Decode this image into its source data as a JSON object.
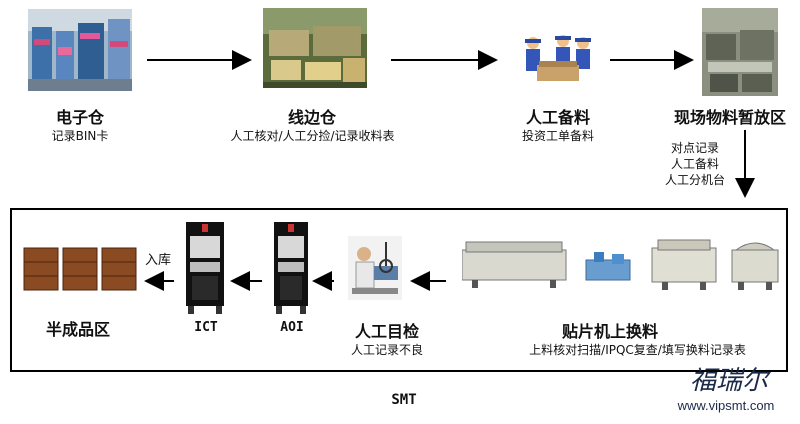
{
  "top_flow": [
    {
      "title": "电子仓",
      "sub": "记录BIN卡"
    },
    {
      "title": "线边仓",
      "sub": "人工核对/人工分捡/记录收料表"
    },
    {
      "title": "人工备料",
      "sub": "投资工单备料"
    },
    {
      "title": "现场物料暂放区",
      "sub": ""
    }
  ],
  "side_notes": [
    "对点记录",
    "人工备料",
    "人工分机台"
  ],
  "smt_box": {
    "mount": {
      "title": "贴片机上换料",
      "sub": "上料核对扫描/IPQC复查/填写换料记录表"
    },
    "inspect": {
      "title": "人工目检",
      "sub": "人工记录不良"
    },
    "aoi_label": "AOI",
    "ict_label": "ICT",
    "store_label": "入库",
    "semi": {
      "title": "半成品区"
    }
  },
  "frame_label": "SMT",
  "watermark": {
    "brand": "福瑞尔",
    "url": "www.vipsmt.com"
  },
  "colors": {
    "arrow": "#000000",
    "box_brown": "#8a4a22",
    "machine_gray": "#c8c8c8"
  }
}
